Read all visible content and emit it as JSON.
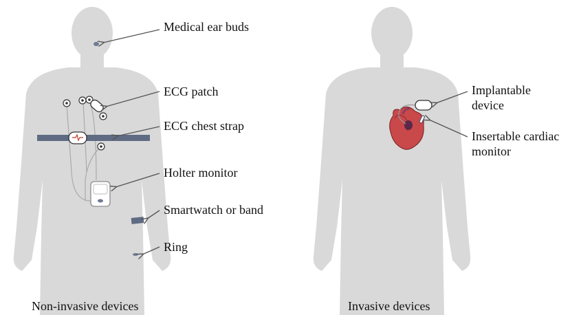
{
  "left_figure": {
    "caption": "Non-invasive devices",
    "labels": {
      "ear_buds": "Medical ear buds",
      "ecg_patch": "ECG patch",
      "chest_strap": "ECG chest strap",
      "holter": "Holter monitor",
      "watch": "Smartwatch or band",
      "ring": "Ring"
    }
  },
  "right_figure": {
    "caption": "Invasive devices",
    "labels": {
      "implantable_line1": "Implantable",
      "implantable_line2": "device",
      "insertable_line1": "Insertable cardiac",
      "insertable_line2": "monitor"
    }
  },
  "colors": {
    "body": "#d9d9d9",
    "device": "#5f6b82",
    "heart": "#c9484a",
    "arrow": "#555555"
  }
}
